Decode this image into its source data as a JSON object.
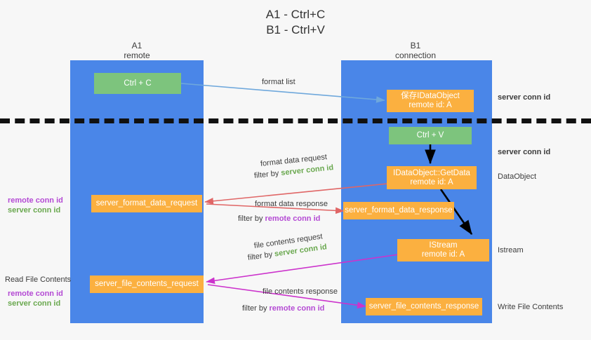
{
  "title": {
    "line1": "A1 - Ctrl+C",
    "line2": "B1 - Ctrl+V"
  },
  "lanes": [
    {
      "name": "A1",
      "sub": "remote",
      "color": "#4a86e8"
    },
    {
      "name": "B1",
      "sub": "connection",
      "color": "#4a86e8"
    }
  ],
  "boxes": [
    {
      "id": "ctrl-c",
      "line1": "Ctrl + C",
      "line2": "",
      "color": "#7dc47d"
    },
    {
      "id": "save-idataobject",
      "line1": "保存IDataObject",
      "line2": "remote id: A",
      "color": "#fbb040"
    },
    {
      "id": "ctrl-v",
      "line1": "Ctrl + V",
      "line2": "",
      "color": "#7dc47d"
    },
    {
      "id": "idataobject-getdata",
      "line1": "IDataObject::GetData",
      "line2": "remote id: A",
      "color": "#fbb040"
    },
    {
      "id": "server-format-data-request",
      "line1": "server_format_data_request",
      "line2": "",
      "color": "#fbb040"
    },
    {
      "id": "server-format-data-response",
      "line1": "server_format_data_response",
      "line2": "",
      "color": "#fbb040"
    },
    {
      "id": "istream",
      "line1": "IStream",
      "line2": "remote id: A",
      "color": "#fbb040"
    },
    {
      "id": "server-file-contents-request",
      "line1": "server_file_contents_request",
      "line2": "",
      "color": "#fbb040"
    },
    {
      "id": "server-file-contents-response",
      "line1": "server_file_contents_response",
      "line2": "",
      "color": "#fbb040"
    }
  ],
  "edge_labels": {
    "format_list": "format list",
    "format_data_request": "format data request",
    "format_data_request_filter_prefix": "filter by ",
    "format_data_request_filter_value": "server conn id",
    "format_data_response": "format data response",
    "format_data_response_filter_prefix": "filter by ",
    "format_data_response_filter_value": "remote conn id",
    "file_contents_request": "file contents request",
    "file_contents_request_filter_prefix": "filter by ",
    "file_contents_request_filter_value": "server conn id",
    "file_contents_response": "file contents response",
    "file_contents_response_filter_prefix": "filter by ",
    "file_contents_response_filter_value": "remote conn id"
  },
  "right_labels": {
    "server_conn_id_top": "server conn id",
    "server_conn_id_mid": "server conn id",
    "dataobject": "DataObject",
    "istream": "Istream",
    "write_file_contents": "Write File Contents"
  },
  "left_labels": {
    "remote_conn_id_1": "remote conn id",
    "server_conn_id_1": "server conn id",
    "read_file_contents": "Read File Contents",
    "remote_conn_id_2": "remote conn id",
    "server_conn_id_2": "server conn id"
  },
  "colors": {
    "lane": "#4a86e8",
    "green_box": "#7dc47d",
    "orange_box": "#fbb040",
    "arrow_format_list": "#6fa8dc",
    "arrow_red": "#e06666",
    "arrow_magenta": "#cc33cc",
    "arrow_black": "#000000",
    "conn_green_text": "#6aa84f",
    "conn_purple_text": "#b44ad4",
    "background": "#f7f7f7"
  }
}
